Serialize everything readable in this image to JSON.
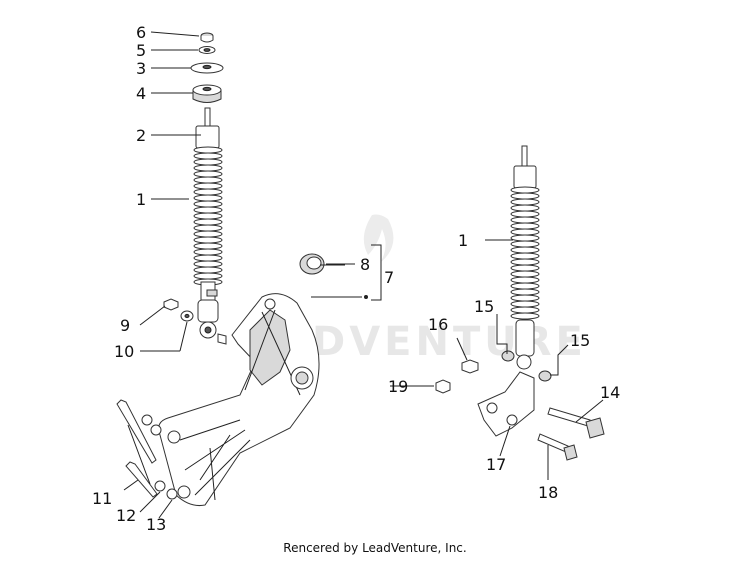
{
  "watermark": "DVENTURE",
  "footer": "Rencered by LeadVenture, Inc.",
  "callouts": {
    "c6": "6",
    "c5": "5",
    "c3": "3",
    "c4": "4",
    "c2": "2",
    "c1a": "1",
    "c1b": "1",
    "c8": "8",
    "c7": "7",
    "c9": "9",
    "c10": "10",
    "c11": "11",
    "c12": "12",
    "c13": "13",
    "c14": "14",
    "c15a": "15",
    "c15b": "15",
    "c16": "16",
    "c17": "17",
    "c18": "18",
    "c19": "19"
  }
}
